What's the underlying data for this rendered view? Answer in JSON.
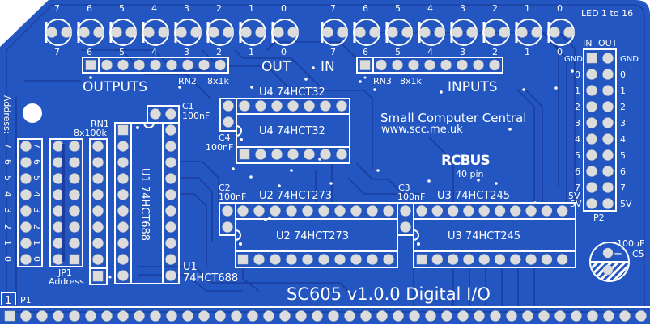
{
  "board": {
    "title": "SC605 v1.0.0 Digital I/O",
    "company": "Small Computer Central",
    "website": "www.scc.me.uk",
    "bus_logo": "RCBUS",
    "bus_pins": "40 pin",
    "led_label": "LED 1 to 16",
    "colors": {
      "solder_mask": "#2356c0",
      "copper_trace": "#1a3d9e",
      "silkscreen": "#ffffff",
      "pad": "#dcdcdc",
      "background": "#ffffff"
    }
  },
  "outputs": {
    "section_label": "OUTPUTS",
    "out_label": "OUT",
    "led_numbers_top": [
      "7",
      "6",
      "5",
      "4",
      "3",
      "2",
      "1",
      "0"
    ],
    "led_numbers_bottom": [
      "7",
      "6",
      "5",
      "4",
      "3",
      "2",
      "1",
      "0"
    ],
    "resistor_ref": "RN2",
    "resistor_value": "8x1k"
  },
  "inputs": {
    "section_label": "INPUTS",
    "in_label": "IN",
    "led_numbers_top": [
      "7",
      "6",
      "5",
      "4",
      "3",
      "2",
      "1",
      "0"
    ],
    "led_numbers_bottom": [
      "7",
      "6",
      "5",
      "4",
      "3",
      "2",
      "1",
      "0"
    ],
    "resistor_ref": "RN3",
    "resistor_value": "8x1k"
  },
  "address": {
    "side_label": "Address:",
    "bit_labels": [
      "7",
      "6",
      "5",
      "4",
      "3",
      "2",
      "1",
      "0"
    ],
    "jumper_ref": "JP1",
    "jumper_label": "Address",
    "resistor_ref": "RN1",
    "resistor_value": "8x100k"
  },
  "components": {
    "u1": {
      "ref": "U1",
      "part": "74HCT688",
      "label": "U1  74HCT688"
    },
    "u2": {
      "ref": "U2",
      "part": "74HCT273",
      "label": "U2  74HCT273"
    },
    "u3": {
      "ref": "U3",
      "part": "74HCT245",
      "label": "U3  74HCT245"
    },
    "u4": {
      "ref": "U4",
      "part": "74HCT32",
      "label": "U4  74HCT32"
    },
    "c1": {
      "ref": "C1",
      "value": "100nF"
    },
    "c2": {
      "ref": "C2",
      "value": "100nF"
    },
    "c3": {
      "ref": "C3",
      "value": "100nF"
    },
    "c4": {
      "ref": "C4",
      "value": "100nF"
    },
    "c5": {
      "ref": "C5",
      "value": "100uF",
      "polarity": "+"
    },
    "u3_5v": "5V"
  },
  "p2": {
    "ref": "P2",
    "header_in": "IN",
    "header_out": "OUT",
    "row_labels": [
      "GND",
      "0",
      "1",
      "2",
      "3",
      "4",
      "5",
      "6",
      "7",
      "5V"
    ]
  },
  "p1": {
    "ref": "P1",
    "pin1_marker": "1"
  }
}
